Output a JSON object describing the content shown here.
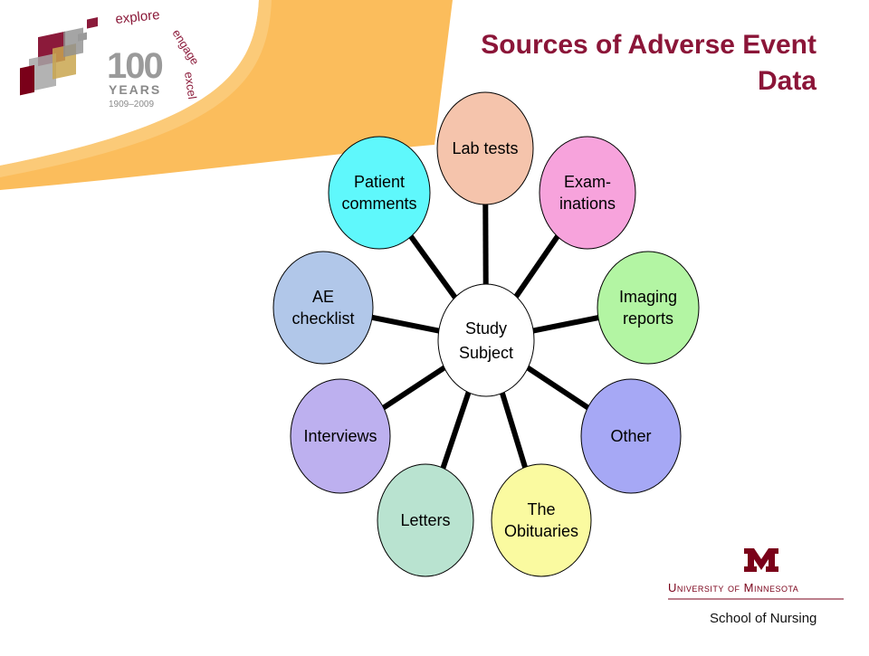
{
  "slide": {
    "title_line1": "Sources of Adverse Event",
    "title_line2": "Data"
  },
  "branding": {
    "tagline_words": [
      "explore",
      "engage",
      "excel"
    ],
    "anniversary_number": "100",
    "anniversary_label": "YEARS",
    "anniversary_span": "1909–2009",
    "university": "University of Minnesota",
    "school": "School of Nursing",
    "colors": {
      "maroon": "#7a0019",
      "gold": "#ffbf47",
      "gray": "#9a9a9a"
    }
  },
  "diagram": {
    "center_lines": [
      "Study",
      "Subject"
    ],
    "nodes": [
      {
        "id": "lab-tests",
        "lines": [
          "Lab tests"
        ],
        "color": "#f5c4ac"
      },
      {
        "id": "examinations",
        "lines": [
          "Exam-",
          "inations"
        ],
        "color": "#f7a3dc"
      },
      {
        "id": "imaging-reports",
        "lines": [
          "Imaging",
          "reports"
        ],
        "color": "#b3f5a3"
      },
      {
        "id": "other",
        "lines": [
          "Other"
        ],
        "color": "#a6a8f5"
      },
      {
        "id": "the-obituaries",
        "lines": [
          "The",
          "Obituaries"
        ],
        "color": "#fafaa0"
      },
      {
        "id": "letters",
        "lines": [
          "Letters"
        ],
        "color": "#b9e3d0"
      },
      {
        "id": "interviews",
        "lines": [
          "Interviews"
        ],
        "color": "#bdb0ef"
      },
      {
        "id": "ae-checklist",
        "lines": [
          "AE",
          "checklist"
        ],
        "color": "#b1c7e9"
      },
      {
        "id": "patient-comments",
        "lines": [
          "Patient",
          "comments"
        ],
        "color": "#5ff8fc"
      }
    ]
  }
}
